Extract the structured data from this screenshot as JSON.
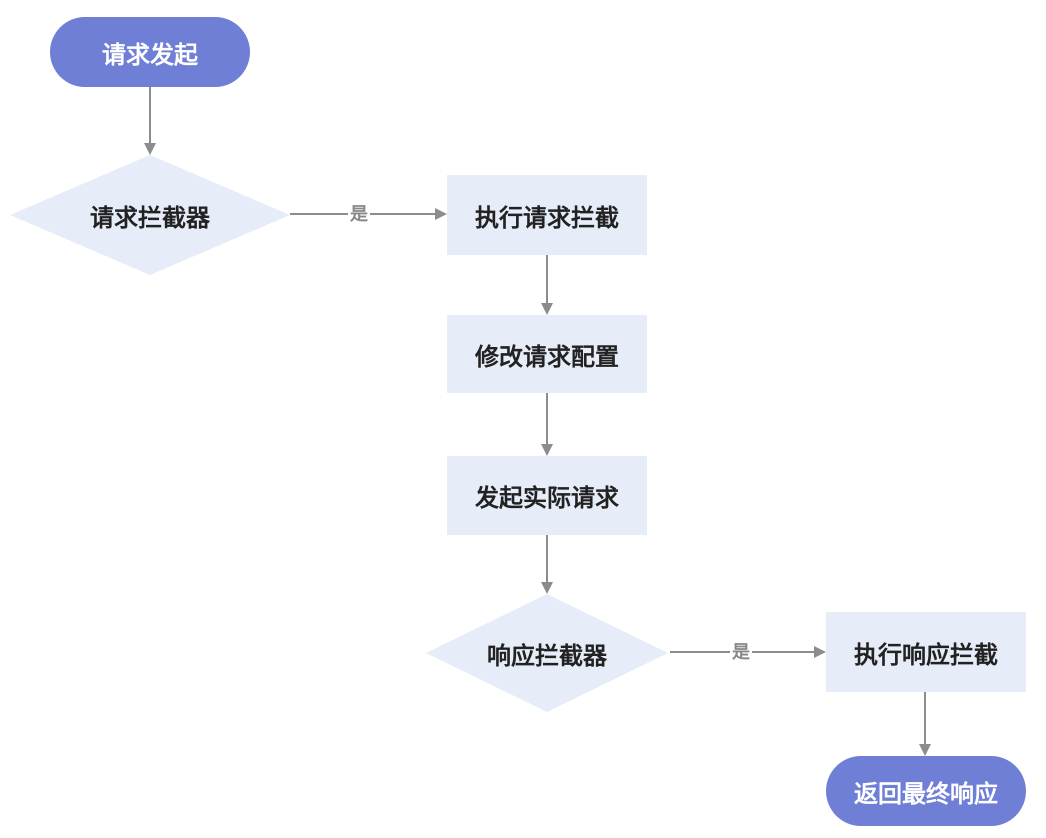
{
  "nodes": {
    "start": "请求发起",
    "req_interceptor": "请求拦截器",
    "exec_req_intercept": "执行请求拦截",
    "modify_config": "修改请求配置",
    "send_request": "发起实际请求",
    "resp_interceptor": "响应拦截器",
    "exec_resp_intercept": "执行响应拦截",
    "end": "返回最终响应"
  },
  "edge_labels": {
    "req_yes": "是",
    "resp_yes": "是"
  },
  "colors": {
    "terminal": "#6f7fd6",
    "process": "#e6ecf8",
    "arrow": "#8c8c8c"
  }
}
